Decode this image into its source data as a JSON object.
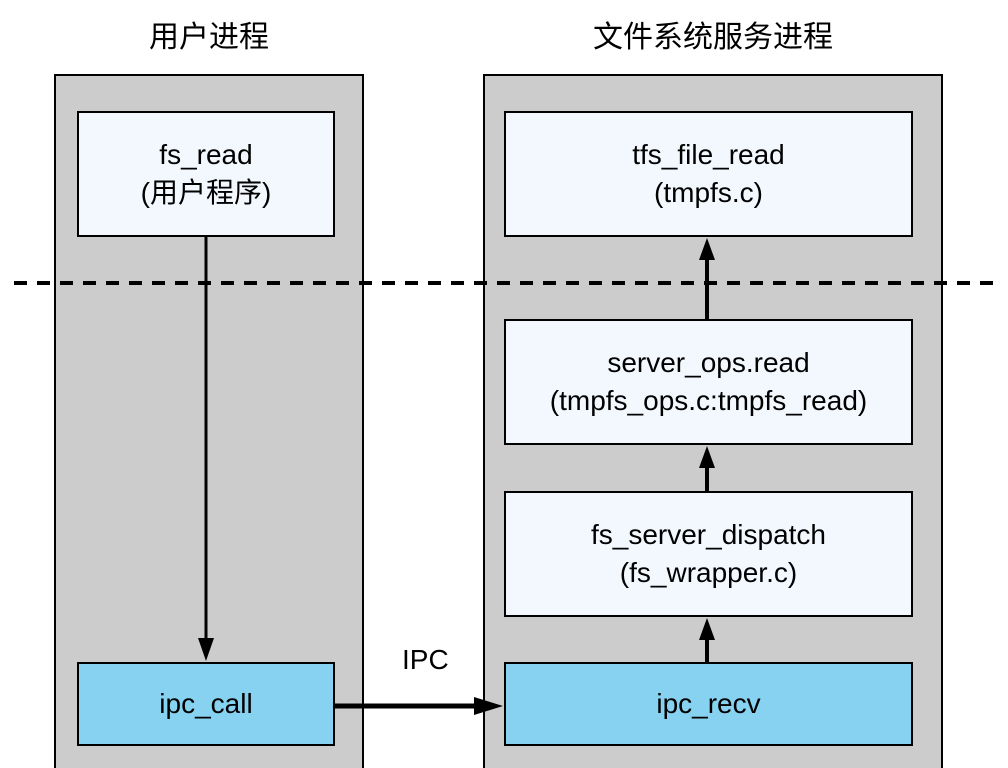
{
  "titles": {
    "user_process": "用户进程",
    "fs_service_process": "文件系统服务进程"
  },
  "boxes": {
    "fs_read": {
      "line1": "fs_read",
      "line2": "(用户程序)"
    },
    "ipc_call": {
      "line1": "ipc_call"
    },
    "tfs_file_read": {
      "line1": "tfs_file_read",
      "line2": "(tmpfs.c)"
    },
    "server_ops_read": {
      "line1": "server_ops.read",
      "line2": "(tmpfs_ops.c:tmpfs_read)"
    },
    "fs_server_dispatch": {
      "line1": "fs_server_dispatch",
      "line2": "(fs_wrapper.c)"
    },
    "ipc_recv": {
      "line1": "ipc_recv"
    }
  },
  "edges": {
    "ipc_label": "IPC"
  },
  "colors": {
    "column_fill": "#cccccc",
    "light_box_fill": "#f2f8fe",
    "ipc_box_fill": "#87d2f0",
    "line": "#000000"
  }
}
